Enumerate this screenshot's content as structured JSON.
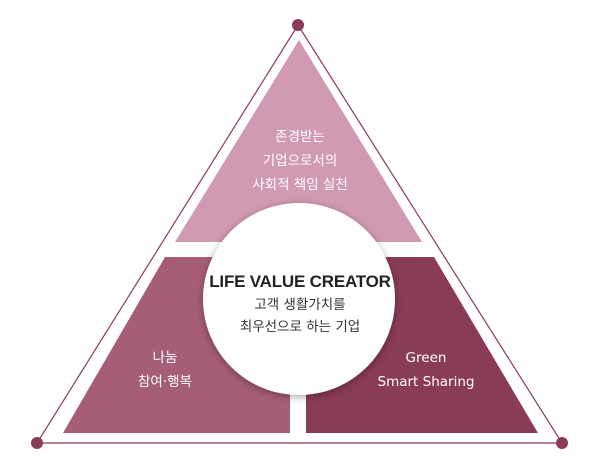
{
  "colors": {
    "top_segment": "#d09ab2",
    "left_segment": "#a65d78",
    "right_segment": "#8a3b55",
    "outline": "#8a3b55",
    "node": "#8a3b55",
    "center_fill": "#ffffff",
    "center_text": "#222222"
  },
  "segments": {
    "top": {
      "lines": [
        "존경받는",
        "기업으로서의",
        "사회적 책임 실천"
      ]
    },
    "left": {
      "lines": [
        "나눔",
        "참여·행복"
      ]
    },
    "right": {
      "lines": [
        "Green",
        "Smart Sharing"
      ]
    }
  },
  "center": {
    "title": "LIFE VALUE CREATOR",
    "lines": [
      "고객 생활가치를",
      "최우선으로 하는 기업"
    ]
  }
}
